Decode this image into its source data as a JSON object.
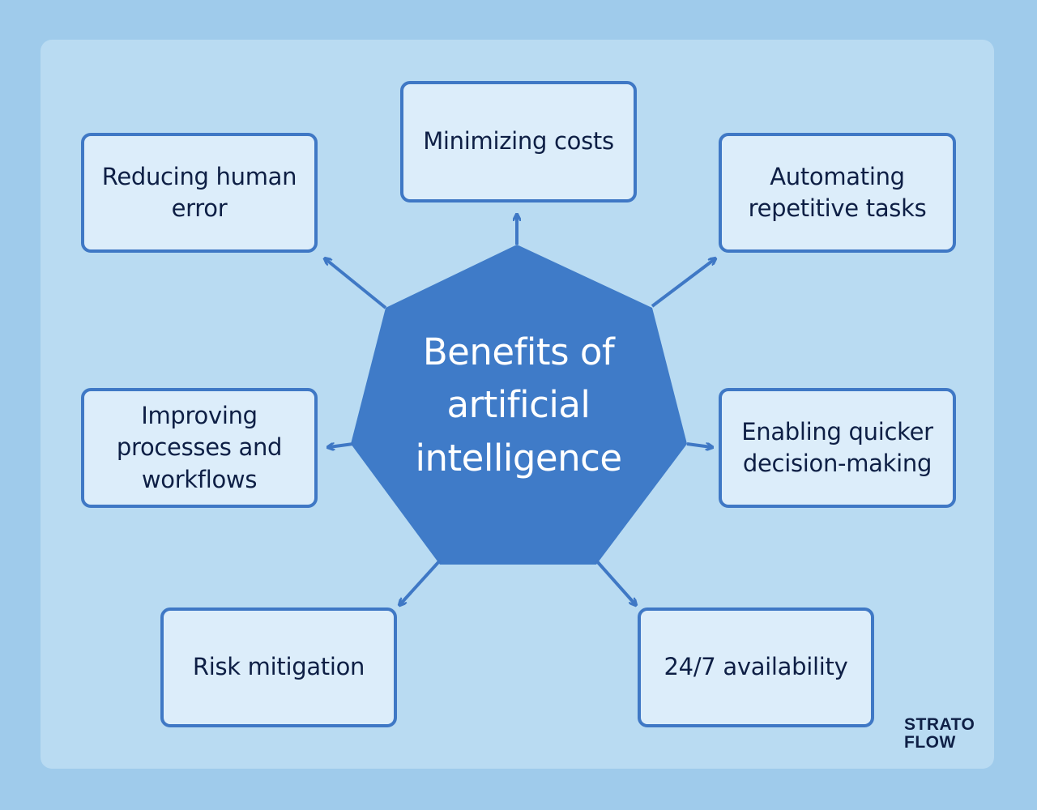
{
  "title": "Benefits of artificial intelligence",
  "benefits": {
    "minimizing_costs": "Minimizing costs",
    "reducing_human_error": "Reducing human error",
    "automating_tasks": "Automating repetitive tasks",
    "improving_processes": "Improving processes and workflows",
    "quicker_decisions": "Enabling quicker decision-making",
    "risk_mitigation": "Risk mitigation",
    "availability": "24/7 availability"
  },
  "logo": {
    "line1": "STRATO",
    "line2": "FLOW"
  },
  "colors": {
    "background": "#9fcbeb",
    "panel": "#b9dbf2",
    "box_fill": "#dcedfa",
    "accent": "#3f78c5",
    "text": "#0e1f45"
  }
}
